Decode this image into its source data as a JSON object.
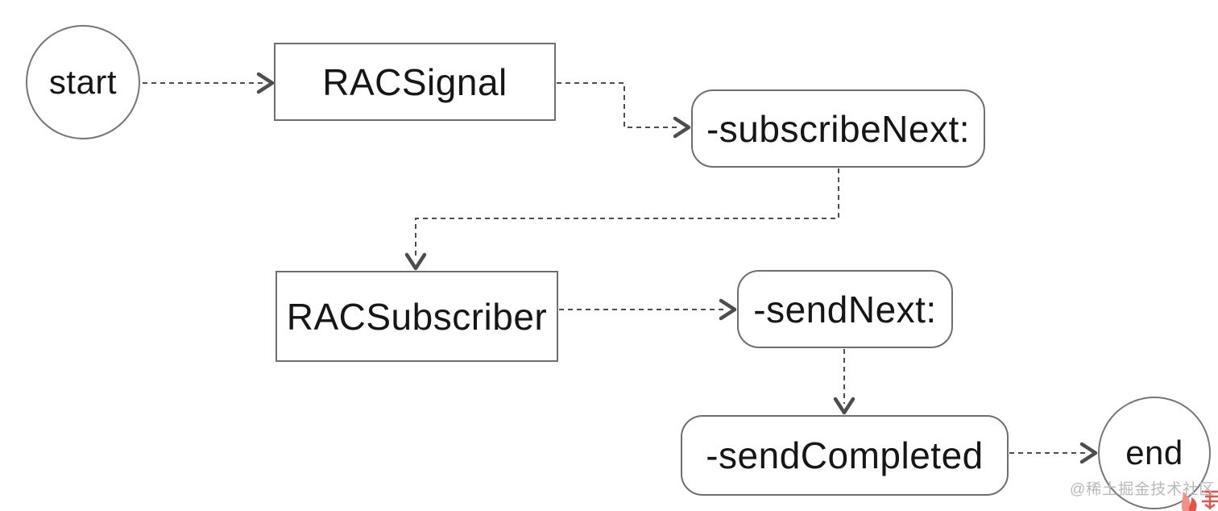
{
  "diagram": {
    "nodes": {
      "start": {
        "label": "start",
        "shape": "circle"
      },
      "racsignal": {
        "label": "RACSignal",
        "shape": "rectangle"
      },
      "subscribe_next": {
        "label": "-subscribeNext:",
        "shape": "rounded-rectangle"
      },
      "racsubscriber": {
        "label": "RACSubscriber",
        "shape": "rectangle"
      },
      "send_next": {
        "label": "-sendNext:",
        "shape": "rounded-rectangle"
      },
      "send_completed": {
        "label": "-sendCompleted",
        "shape": "rounded-rectangle"
      },
      "end": {
        "label": "end",
        "shape": "circle"
      }
    },
    "edges": [
      {
        "from": "start",
        "to": "racsignal",
        "style": "dashed-arrow"
      },
      {
        "from": "racsignal",
        "to": "subscribe_next",
        "style": "dashed-arrow"
      },
      {
        "from": "subscribe_next",
        "to": "racsubscriber",
        "style": "dashed-arrow"
      },
      {
        "from": "racsubscriber",
        "to": "send_next",
        "style": "dashed-arrow"
      },
      {
        "from": "send_next",
        "to": "send_completed",
        "style": "dashed-arrow"
      },
      {
        "from": "send_completed",
        "to": "end",
        "style": "dashed-arrow"
      }
    ]
  },
  "watermark": {
    "text": "@稀土掘金技术社区"
  },
  "colors": {
    "background": "#ffffff",
    "node_border": "#6e6e6e",
    "edge": "#4d4d4d",
    "node_text": "#161616",
    "watermark_text": "#b8b8b8",
    "logo_red": "#e25449",
    "logo_pink": "#ef908a"
  }
}
